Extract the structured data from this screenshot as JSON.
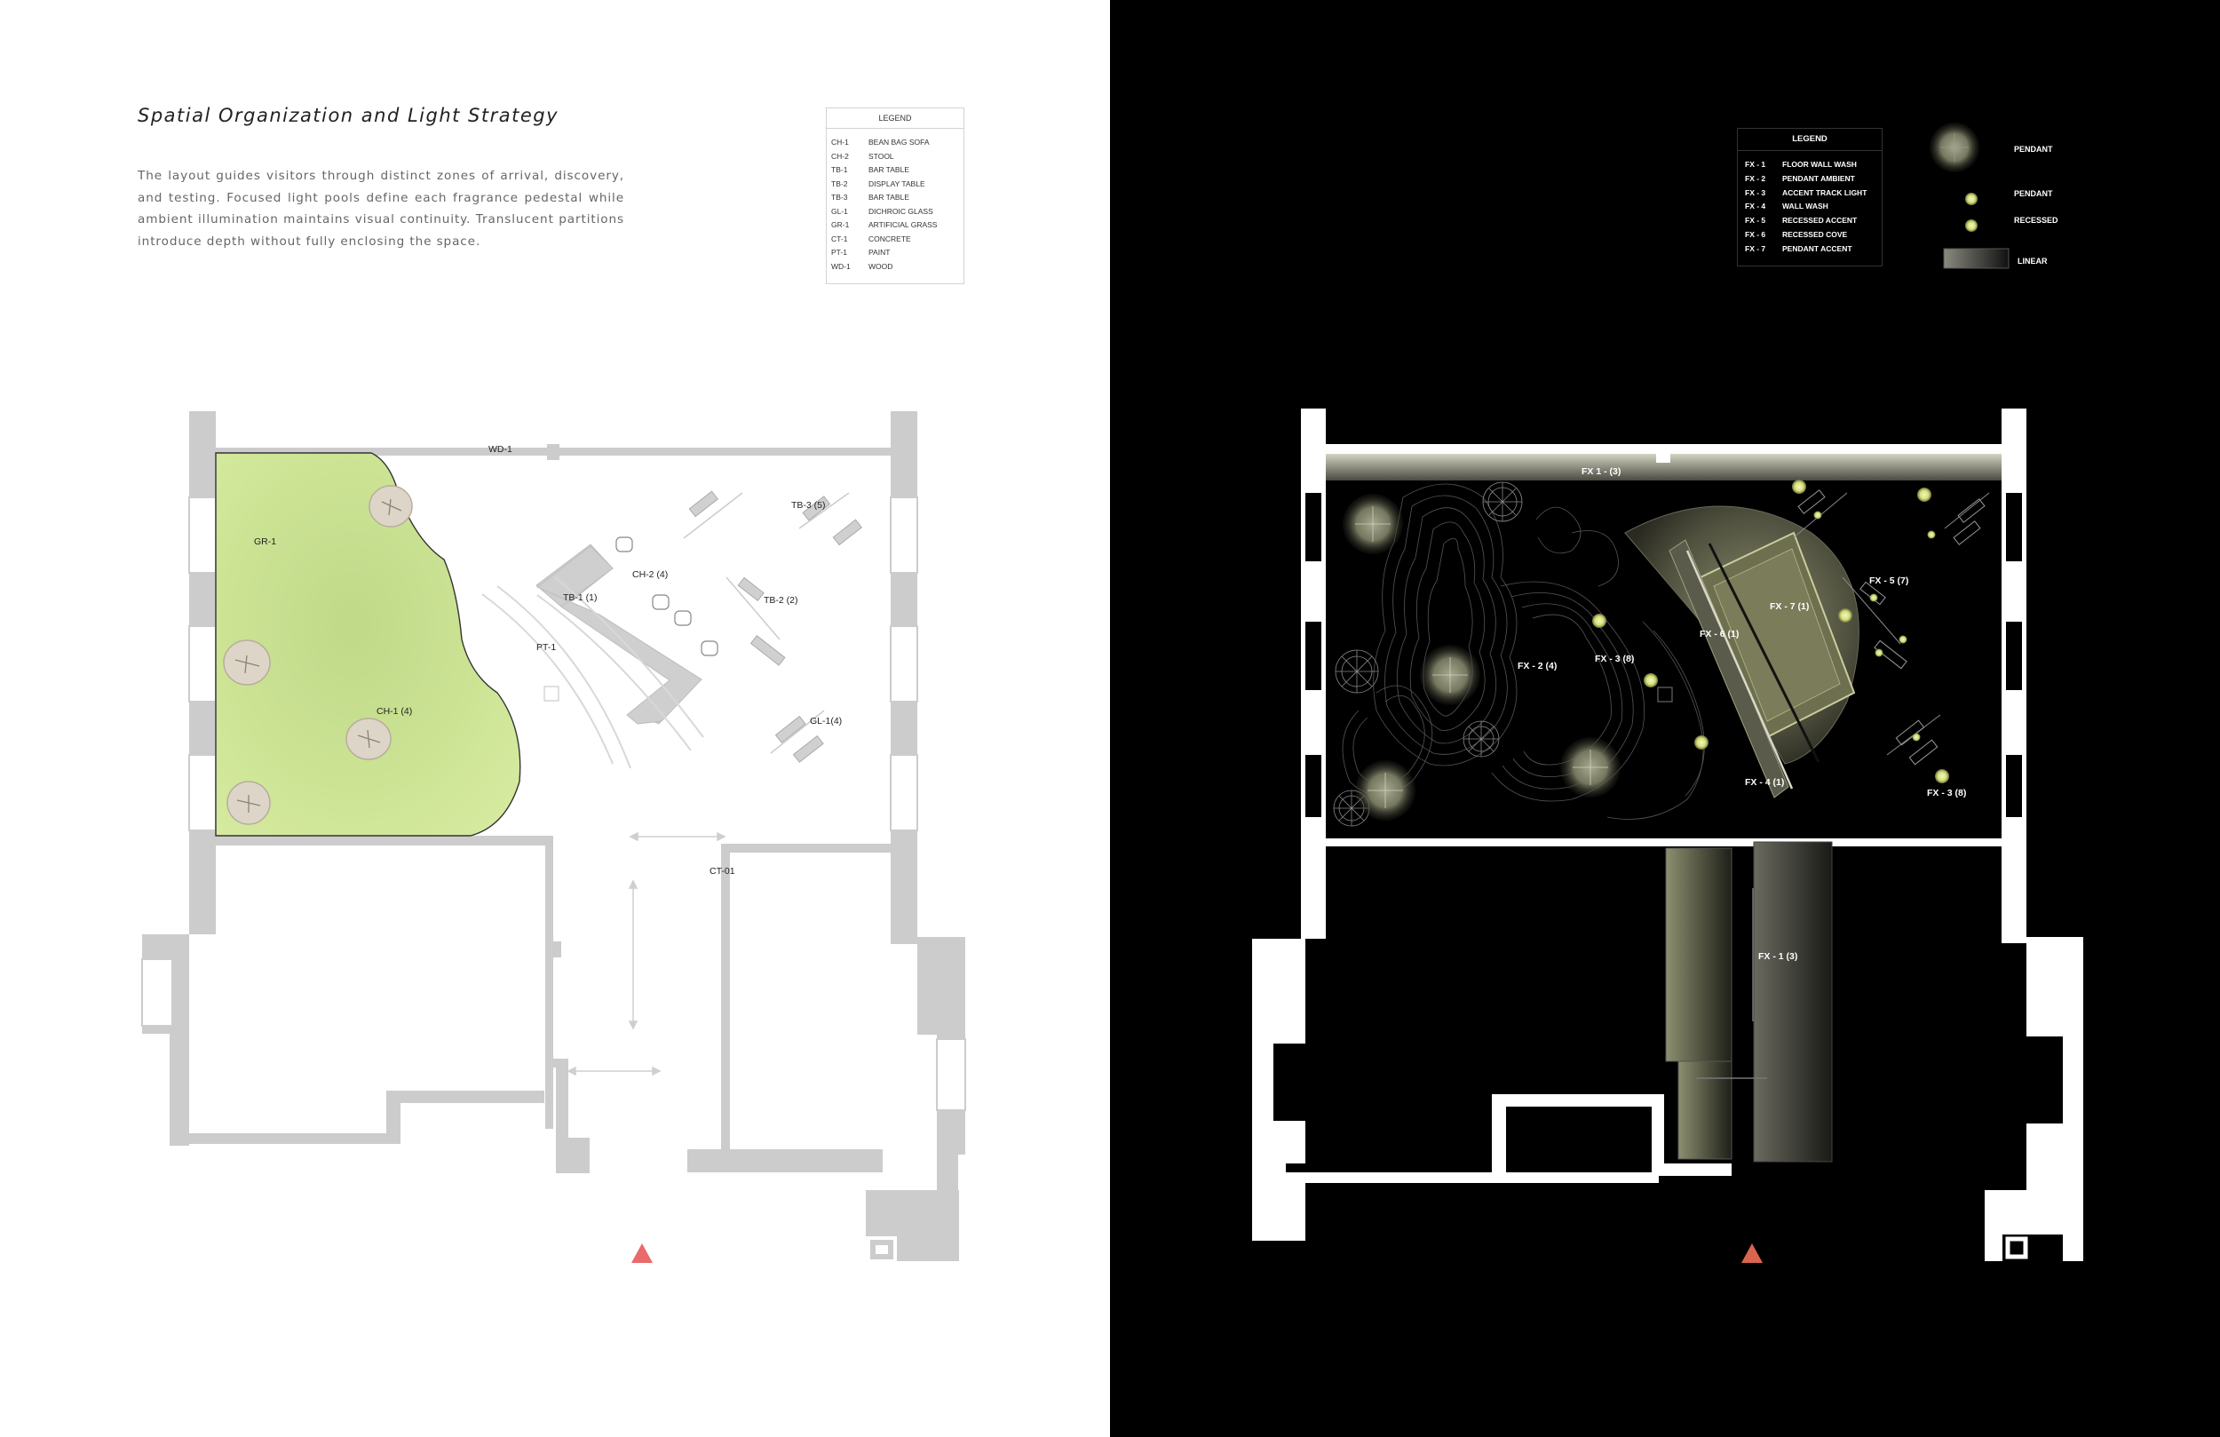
{
  "heading": {
    "title": "Spatial Organization and Light Strategy",
    "body": "The layout guides visitors through distinct zones of arrival, discovery, and testing. Focused light pools define each fragrance pedestal while ambient illumination maintains visual continuity. Translucent partitions introduce depth without fully enclosing the space."
  },
  "material_legend": {
    "title": "LEGEND",
    "items": [
      {
        "code": "CH-1",
        "desc": "BEAN BAG SOFA"
      },
      {
        "code": "CH-2",
        "desc": "STOOL"
      },
      {
        "code": "TB-1",
        "desc": "BAR TABLE"
      },
      {
        "code": "TB-2",
        "desc": "DISPLAY TABLE"
      },
      {
        "code": "TB-3",
        "desc": "BAR TABLE"
      },
      {
        "code": "GL-1",
        "desc": "DICHROIC GLASS"
      },
      {
        "code": "GR-1",
        "desc": "ARTIFICIAL GRASS"
      },
      {
        "code": "CT-1",
        "desc": "CONCRETE"
      },
      {
        "code": "PT-1",
        "desc": "PAINT"
      },
      {
        "code": "WD-1",
        "desc": "WOOD"
      }
    ]
  },
  "plan_labels": {
    "wd1": "WD-1",
    "gr1": "GR-1",
    "ch1": "CH-1 (4)",
    "tb1": "TB-1 (1)",
    "ch2": "CH-2 (4)",
    "pt1": "PT-1",
    "tb2": "TB-2 (2)",
    "tb3": "TB-3 (5)",
    "gl1": "GL-1(4)",
    "ct01": "CT-01"
  },
  "lighting_legend": {
    "title": "LEGEND",
    "items": [
      {
        "code": "FX - 1",
        "desc": "FLOOR WALL WASH"
      },
      {
        "code": "FX - 2",
        "desc": "PENDANT AMBIENT"
      },
      {
        "code": "FX - 3",
        "desc": "ACCENT TRACK LIGHT"
      },
      {
        "code": "FX - 4",
        "desc": "WALL WASH"
      },
      {
        "code": "FX - 5",
        "desc": "RECESSED ACCENT"
      },
      {
        "code": "FX - 6",
        "desc": "RECESSED COVE"
      },
      {
        "code": "FX - 7",
        "desc": "PENDANT ACCENT"
      }
    ]
  },
  "symbol_key": {
    "pendant_large": "PENDANT",
    "pendant_small": "PENDANT",
    "recessed": "RECESSED",
    "linear": "LINEAR"
  },
  "light_labels": {
    "fx1_top": "FX 1 - (3)",
    "fx2": "FX - 2 (4)",
    "fx3_a": "FX - 3 (8)",
    "fx6": "FX - 6 (1)",
    "fx7": "FX - 7 (1)",
    "fx5": "FX - 5 (7)",
    "fx4": "FX - 4 (1)",
    "fx3_b": "FX - 3 (8)",
    "fx1_bottom": "FX - 1 (3)"
  },
  "colors": {
    "grass": "#c8df8c",
    "wall_gray": "#cccccc",
    "north_arrow": "#e86a6a",
    "light_glow": "#e6f2a8"
  }
}
